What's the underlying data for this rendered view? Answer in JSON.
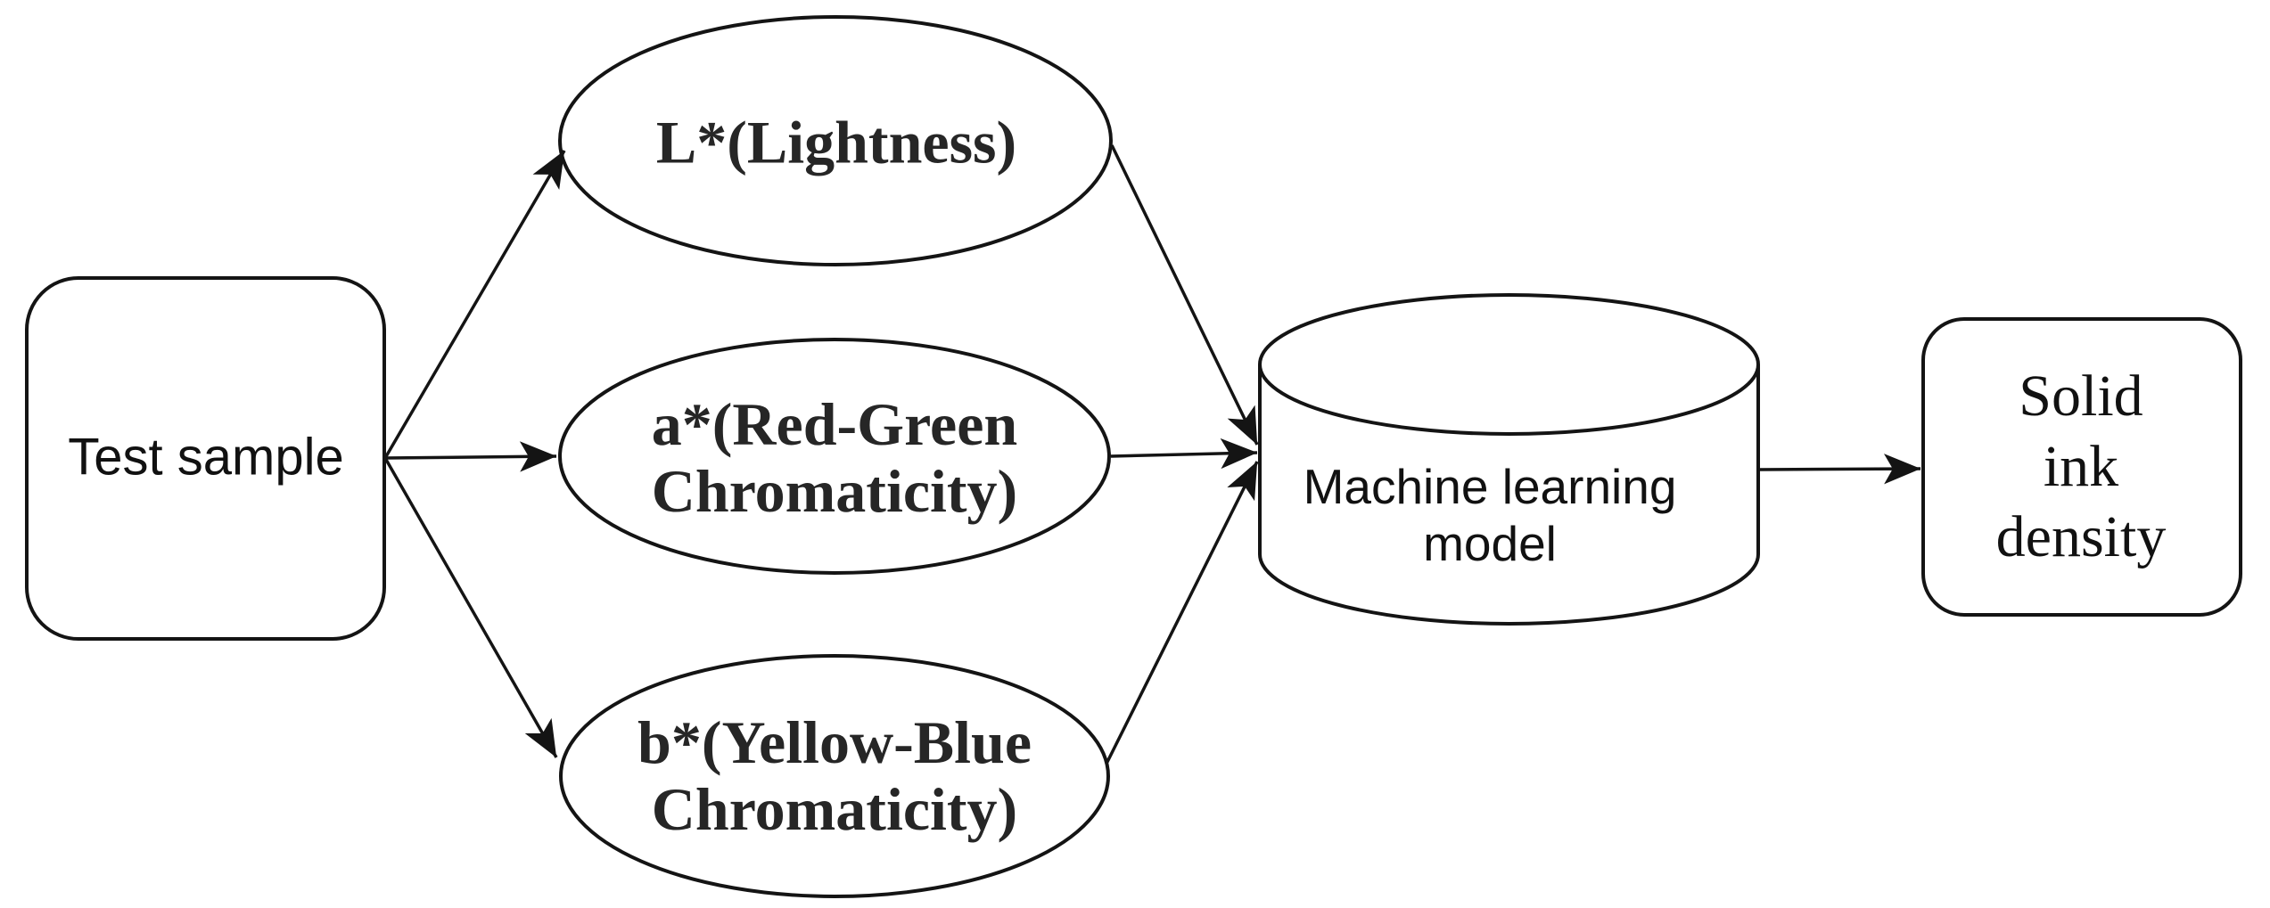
{
  "diagram": {
    "background_color": "#ffffff",
    "stroke_color": "#141414",
    "text_color": "#111111",
    "ellipse_text_color": "#262626",
    "nodes": {
      "test_sample": {
        "label": "Test sample",
        "shape": "rounded-rectangle"
      },
      "lightness": {
        "label": "L*(Lightness)",
        "shape": "ellipse"
      },
      "red_green_chromaticity": {
        "label": "a*(Red-Green\nChromaticity)",
        "shape": "ellipse"
      },
      "yellow_blue_chromaticity": {
        "label": "b*(Yellow-Blue\nChromaticity)",
        "shape": "ellipse"
      },
      "machine_learning_model": {
        "label": "Machine learning\nmodel",
        "shape": "cylinder"
      },
      "solid_ink_density": {
        "label": "Solid ink\ndensity",
        "shape": "rounded-rectangle"
      }
    },
    "edges": [
      {
        "from": "test_sample",
        "to": "lightness"
      },
      {
        "from": "test_sample",
        "to": "red_green_chromaticity"
      },
      {
        "from": "test_sample",
        "to": "yellow_blue_chromaticity"
      },
      {
        "from": "lightness",
        "to": "machine_learning_model"
      },
      {
        "from": "red_green_chromaticity",
        "to": "machine_learning_model"
      },
      {
        "from": "yellow_blue_chromaticity",
        "to": "machine_learning_model"
      },
      {
        "from": "machine_learning_model",
        "to": "solid_ink_density"
      }
    ]
  }
}
